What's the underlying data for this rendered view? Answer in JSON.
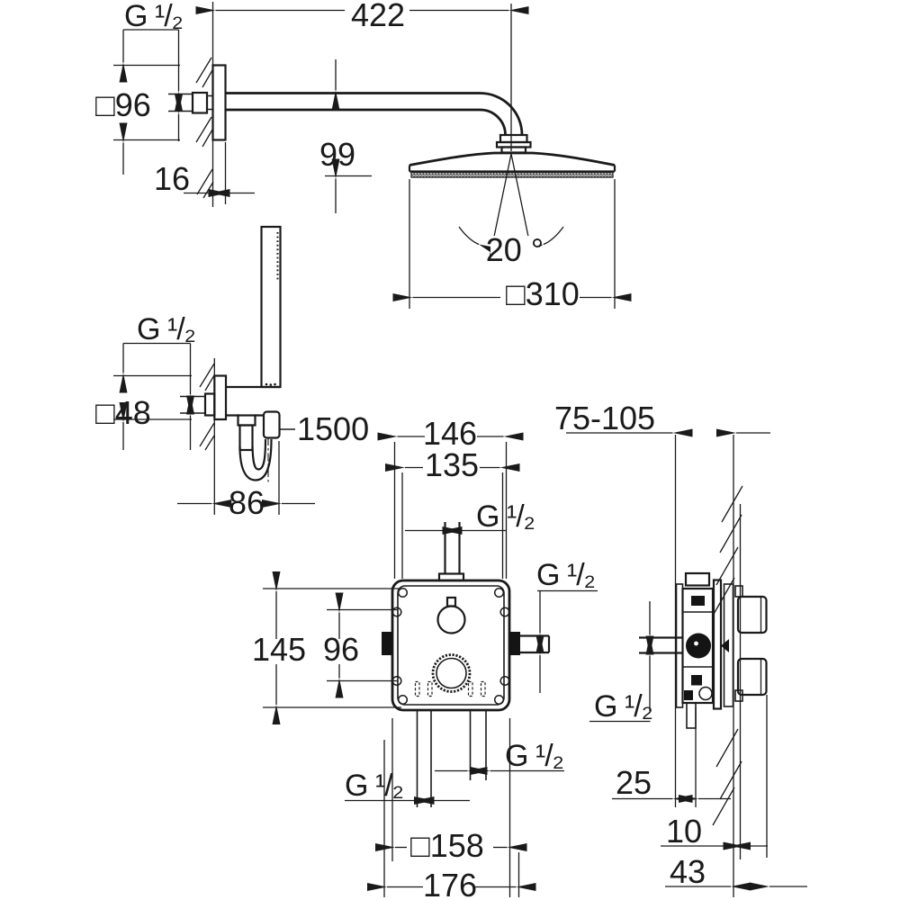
{
  "colors": {
    "line": "#1a1a1a",
    "background": "#ffffff"
  },
  "views": {
    "head_shower": {
      "dims": {
        "arm_length": "422",
        "arm_thread": "G ¹/₂",
        "wall_escutcheon": "□96",
        "escutcheon_depth": "16",
        "head_offset": "99",
        "spray_angle": "20 °",
        "head_width": "□310"
      }
    },
    "hand_shower": {
      "dims": {
        "wall_thread": "G ¹/₂",
        "wall_escutcheon": "□48",
        "hose_length": "1500",
        "wall_offset": "86"
      }
    },
    "mixer_front": {
      "dims": {
        "box_width_outer": "146",
        "box_width_inner": "135",
        "top_outlet_thread": "G ¹/₂",
        "box_height": "145",
        "screw_spacing": "96",
        "side_outlet_thread": "G ¹/₂",
        "bottom_left_thread": "G ¹/₂",
        "bottom_right_thread": "G ¹/₂",
        "trim_plate": "□158",
        "total_width": "176"
      }
    },
    "mixer_side": {
      "dims": {
        "installation_depth": "75-105",
        "inlet_thread": "G ¹/₂",
        "front_depth": "25",
        "plate_depth": "10",
        "protrusion": "43"
      }
    }
  }
}
